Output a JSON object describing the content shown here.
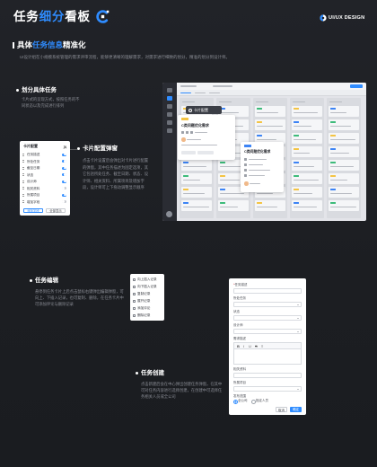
{
  "header": {
    "title_prefix": "任务",
    "title_highlight": "细分",
    "title_suffix": "看板",
    "brand": "UI/UX DESIGN",
    "logo_icon": "logo-c-icon",
    "brand_icon": "brand-circle-icon"
  },
  "intro": {
    "heading_prefix": "具体",
    "heading_highlight": "任务信息",
    "heading_suffix": "精准化",
    "description": "UI设计组在小规模系统管理的需求评审流程，能够更清晰的理解需求，对需求进行细致的划分，精准的划分到设计师。"
  },
  "sections": {
    "divide": {
      "title": "划分具体任务",
      "description": "卡片式的呈现方式，按照任务的不同状态以及完成进行排列"
    },
    "card_config": {
      "title": "卡片配置弹窗",
      "description": "点击卡片设置后会弹出对卡片进行配置的弹窗，其中任务描述为固定选项，其它包括所处任务、截至日期、状态、设计师、相关资料、所属项目及增加字段，设计师可上下拖动调整显示顺序"
    },
    "edit": {
      "title": "任务编辑",
      "description": "悬停到任务卡片上后点击鼠标右键弹出编辑弹窗，可向上、下插入记录，也可复制、删除，在任务卡片中可添加评论与删除记录"
    },
    "create": {
      "title": "任务创建",
      "description": "点击新建后会在中心弹出创建任务弹窗，在其中可对任务内容进行选择创建，在创建中可选择任务相关人员或全公司"
    }
  },
  "kanban": {
    "popup_label": "卡片配置",
    "card_primary": {
      "title": "C类问题优化需求"
    },
    "card_secondary": {
      "title": "C类问题优化需求"
    }
  },
  "config_panel": {
    "title": "卡片配置",
    "items": [
      "任务描述",
      "所处任务",
      "截至日期",
      "状态",
      "设计师",
      "相关资料",
      "所属项目",
      "增加字段"
    ],
    "enabled": [
      true,
      true,
      true,
      true,
      true,
      false,
      true,
      false
    ],
    "add_button": "添加字段",
    "show_all_button": "全部显示"
  },
  "context_menu": {
    "items": [
      "向上插入记录",
      "向下插入记录",
      "复制记录",
      "展开记录",
      "添加评论",
      "删除记录"
    ]
  },
  "create_form": {
    "fields": {
      "description": "任务描述",
      "stage": "所处任务",
      "status": "状态",
      "designer": "设计师",
      "detail": "需求描述",
      "materials": "相关资料",
      "project": "所属项目",
      "scope": "发布范围"
    },
    "toolbar": [
      {
        "icon": "bold-icon",
        "glyph": "B"
      },
      {
        "icon": "italic-icon",
        "glyph": "I"
      },
      {
        "icon": "underline-icon",
        "glyph": "U"
      },
      {
        "icon": "strike-icon",
        "glyph": "S"
      },
      {
        "icon": "list-icon",
        "glyph": "≡"
      }
    ],
    "radio_options": [
      "全公司",
      "指定人员"
    ],
    "cancel": "取消",
    "confirm": "确定"
  },
  "colors": {
    "accent": "#2f8cff",
    "background": "#1d1f24",
    "tag_yellow": "#f4c443",
    "tag_blue": "#3d84f5",
    "tag_green": "#3dbb7a"
  }
}
